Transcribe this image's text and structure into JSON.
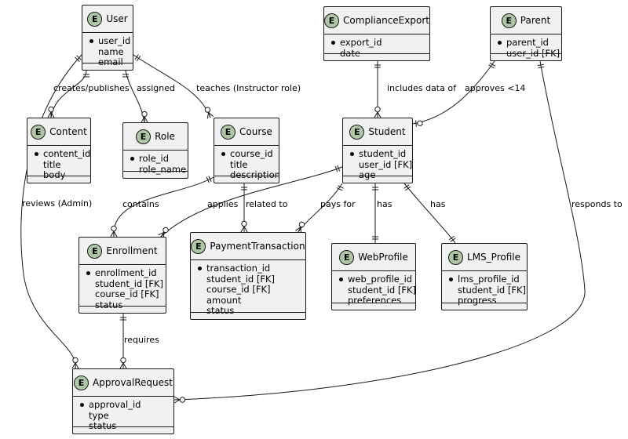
{
  "entities": [
    {
      "id": "user",
      "badge": "E",
      "name": "User",
      "attrs": [
        {
          "text": "user_id",
          "key": true
        },
        {
          "text": "name",
          "key": false
        },
        {
          "text": "email",
          "key": false
        }
      ]
    },
    {
      "id": "content",
      "badge": "E",
      "name": "Content",
      "attrs": [
        {
          "text": "content_id",
          "key": true
        },
        {
          "text": "title",
          "key": false
        },
        {
          "text": "body",
          "key": false
        }
      ]
    },
    {
      "id": "role",
      "badge": "E",
      "name": "Role",
      "attrs": [
        {
          "text": "role_id",
          "key": true
        },
        {
          "text": "role_name",
          "key": false
        }
      ]
    },
    {
      "id": "course",
      "badge": "E",
      "name": "Course",
      "attrs": [
        {
          "text": "course_id",
          "key": true
        },
        {
          "text": "title",
          "key": false
        },
        {
          "text": "description",
          "key": false
        }
      ]
    },
    {
      "id": "complianceexport",
      "badge": "E",
      "name": "ComplianceExport",
      "attrs": [
        {
          "text": "export_id",
          "key": true
        },
        {
          "text": "date",
          "key": false
        }
      ]
    },
    {
      "id": "parent",
      "badge": "E",
      "name": "Parent",
      "attrs": [
        {
          "text": "parent_id",
          "key": true
        },
        {
          "text": "user_id [FK]",
          "key": false
        }
      ]
    },
    {
      "id": "student",
      "badge": "E",
      "name": "Student",
      "attrs": [
        {
          "text": "student_id",
          "key": true
        },
        {
          "text": "user_id [FK]",
          "key": false
        },
        {
          "text": "age",
          "key": false
        }
      ]
    },
    {
      "id": "enrollment",
      "badge": "E",
      "name": "Enrollment",
      "attrs": [
        {
          "text": "enrollment_id",
          "key": true
        },
        {
          "text": "student_id [FK]",
          "key": false
        },
        {
          "text": "course_id [FK]",
          "key": false
        },
        {
          "text": "status",
          "key": false
        }
      ]
    },
    {
      "id": "paymenttransaction",
      "badge": "E",
      "name": "PaymentTransaction",
      "attrs": [
        {
          "text": "transaction_id",
          "key": true
        },
        {
          "text": "student_id [FK]",
          "key": false
        },
        {
          "text": "course_id [FK]",
          "key": false
        },
        {
          "text": "amount",
          "key": false
        },
        {
          "text": "status",
          "key": false
        }
      ]
    },
    {
      "id": "webprofile",
      "badge": "E",
      "name": "WebProfile",
      "attrs": [
        {
          "text": "web_profile_id",
          "key": true
        },
        {
          "text": "student_id [FK]",
          "key": false
        },
        {
          "text": "preferences",
          "key": false
        }
      ]
    },
    {
      "id": "lms_profile",
      "badge": "E",
      "name": "LMS_Profile",
      "attrs": [
        {
          "text": "lms_profile_id",
          "key": true
        },
        {
          "text": "student_id [FK]",
          "key": false
        },
        {
          "text": "progress",
          "key": false
        }
      ]
    },
    {
      "id": "approvalrequest",
      "badge": "E",
      "name": "ApprovalRequest",
      "attrs": [
        {
          "text": "approval_id",
          "key": true
        },
        {
          "text": "type",
          "key": false
        },
        {
          "text": "status",
          "key": false
        }
      ]
    }
  ],
  "relationships": [
    {
      "id": "user-content",
      "label": "creates/publishes",
      "from": "User",
      "to": "Content",
      "from_card": "one",
      "to_card": "zero-or-many"
    },
    {
      "id": "user-role",
      "label": "assigned",
      "from": "User",
      "to": "Role",
      "from_card": "one",
      "to_card": "zero-or-many"
    },
    {
      "id": "user-course",
      "label": "teaches (Instructor role)",
      "from": "User",
      "to": "Course",
      "from_card": "one",
      "to_card": "zero-or-many"
    },
    {
      "id": "user-approval",
      "label": "reviews (Admin)",
      "from": "User",
      "to": "ApprovalRequest",
      "from_card": "one",
      "to_card": "zero-or-many"
    },
    {
      "id": "export-student",
      "label": "includes data of",
      "from": "ComplianceExport",
      "to": "Student",
      "from_card": "one",
      "to_card": "zero-or-many"
    },
    {
      "id": "parent-student",
      "label": "approves <14",
      "from": "Parent",
      "to": "Student",
      "from_card": "one",
      "to_card": "zero-or-one"
    },
    {
      "id": "parent-approval",
      "label": "responds to",
      "from": "Parent",
      "to": "ApprovalRequest",
      "from_card": "one",
      "to_card": "zero-or-many"
    },
    {
      "id": "course-enrollment",
      "label": "contains",
      "from": "Course",
      "to": "Enrollment",
      "from_card": "one",
      "to_card": "zero-or-many"
    },
    {
      "id": "course-payment",
      "label": "related to",
      "from": "Course",
      "to": "PaymentTransaction",
      "from_card": "one",
      "to_card": "zero-or-many"
    },
    {
      "id": "student-enrollment",
      "label": "applies",
      "from": "Student",
      "to": "Enrollment",
      "from_card": "one",
      "to_card": "zero-or-many"
    },
    {
      "id": "student-payment",
      "label": "pays for",
      "from": "Student",
      "to": "PaymentTransaction",
      "from_card": "one",
      "to_card": "zero-or-many"
    },
    {
      "id": "student-webprofile",
      "label": "has",
      "from": "Student",
      "to": "WebProfile",
      "from_card": "one",
      "to_card": "one"
    },
    {
      "id": "student-lms",
      "label": "has",
      "from": "Student",
      "to": "LMS_Profile",
      "from_card": "one",
      "to_card": "one"
    },
    {
      "id": "enrollment-approval",
      "label": "requires",
      "from": "Enrollment",
      "to": "ApprovalRequest",
      "from_card": "one",
      "to_card": "zero-or-many"
    }
  ],
  "colors": {
    "entity_fill": "#f1f1f1",
    "badge_fill": "#adc6a3",
    "line": "#181818"
  }
}
